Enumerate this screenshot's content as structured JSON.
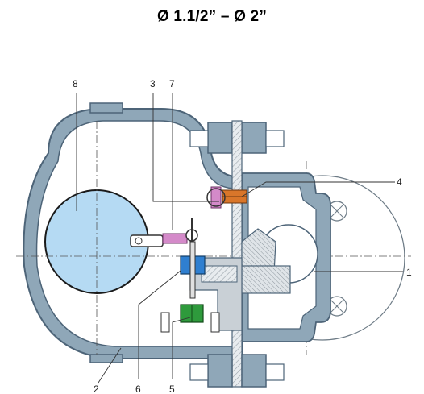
{
  "title": "Ø 1.1/2” – Ø 2”",
  "callouts": {
    "c1": "1",
    "c2": "2",
    "c3": "3",
    "c4": "4",
    "c5": "5",
    "c6": "6",
    "c7": "7",
    "c8": "8"
  },
  "colors": {
    "body_fill": "#8fa7b8",
    "body_stroke": "#4d6478",
    "float_fill": "#b5daf3",
    "hatch": "#9aa3ab",
    "part_blue": "#2f7fd0",
    "part_green": "#2e9a3c",
    "part_orange": "#d9762a",
    "part_pink": "#d48ac9"
  }
}
